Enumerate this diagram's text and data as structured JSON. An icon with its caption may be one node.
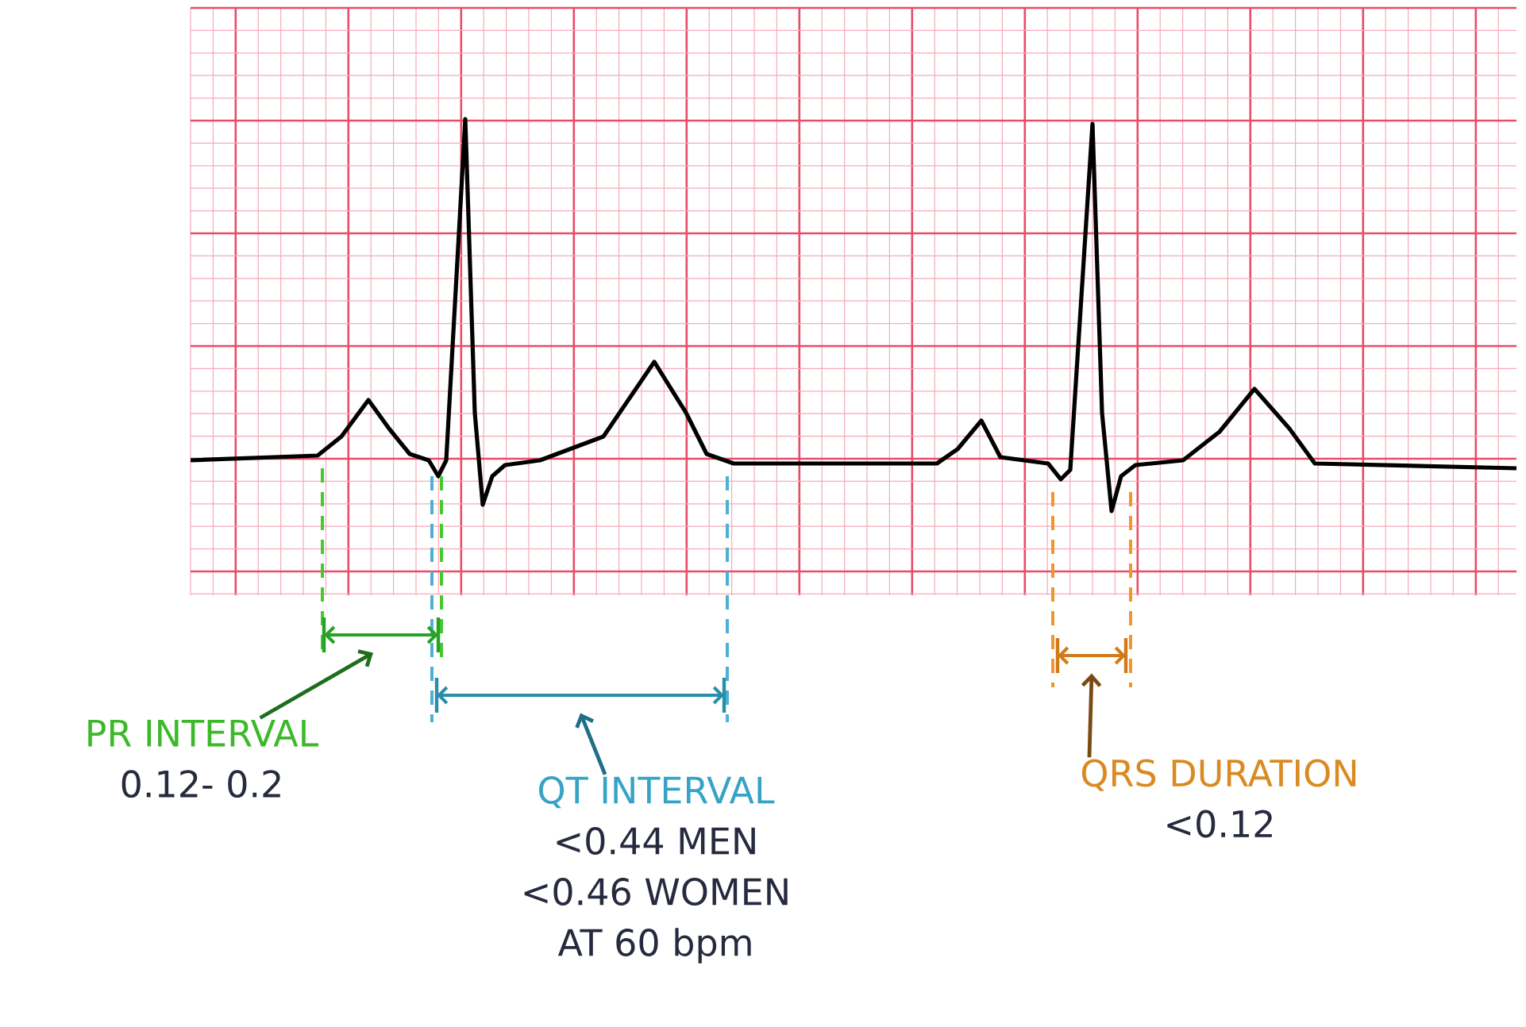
{
  "diagram": {
    "nodes": [
      {
        "text": [
          "PR INTERVAL",
          "0.12- 0.2"
        ]
      },
      {
        "text": [],
        "shape": "arrow"
      },
      {
        "text": [
          "QT INTERVAL",
          "<0.44 MEN",
          "<0.46 WOMEN",
          "AT 60 bpm"
        ]
      },
      {
        "text": [],
        "shape": "arrow"
      },
      {
        "text": [
          "QRS DURATION",
          "<0.12"
        ]
      },
      {
        "text": [],
        "shape": "arrow"
      }
    ],
    "edges": [
      {
        "from": 0,
        "to": 1,
        "arrow": "to",
        "color": "#1e6e1e"
      },
      {
        "from": 2,
        "to": 3,
        "arrow": "to",
        "color": "#1f6f86"
      },
      {
        "from": 4,
        "to": 5,
        "arrow": "to",
        "color": "#7a4a12"
      }
    ]
  }
}
